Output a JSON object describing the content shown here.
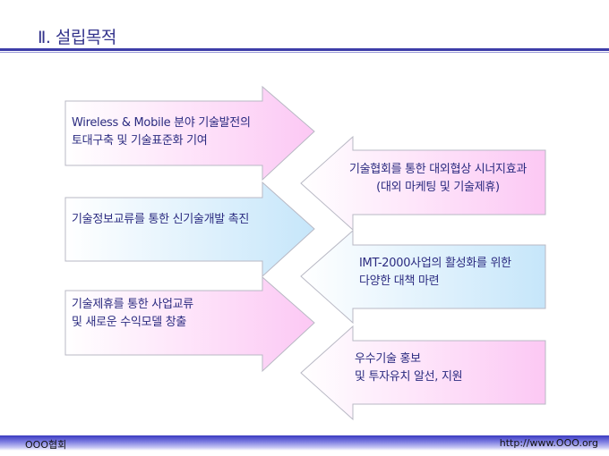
{
  "header": {
    "title": "Ⅱ. 설립목적"
  },
  "left_arrows": [
    {
      "lines": [
        "Wireless & Mobile 분야 기술발전의",
        "토대구축 및 기술표준화 기여"
      ]
    },
    {
      "lines": [
        "기술정보교류를 통한 신기술개발 촉진"
      ]
    },
    {
      "lines": [
        "기술제휴를 통한 사업교류",
        "및 새로운 수익모델 창출"
      ]
    }
  ],
  "right_arrows": [
    {
      "lines": [
        "기술협회를 통한 대외협상 시너지효과",
        "(대외 마케팅 및 기술제휴)"
      ]
    },
    {
      "lines": [
        "IMT-2000사업의 활성화를 위한",
        "다양한 대책 마련"
      ]
    },
    {
      "lines": [
        "우수기술 홍보",
        "및 투자유치 알선, 지원"
      ]
    }
  ],
  "footer": {
    "organization": "OOO협회",
    "url": "http://www.OOO.org"
  },
  "colors": {
    "pink": "#fcc8f4",
    "blue": "#c6e6fa",
    "text": "#2b2b80",
    "accent": "#3c3ca8"
  }
}
